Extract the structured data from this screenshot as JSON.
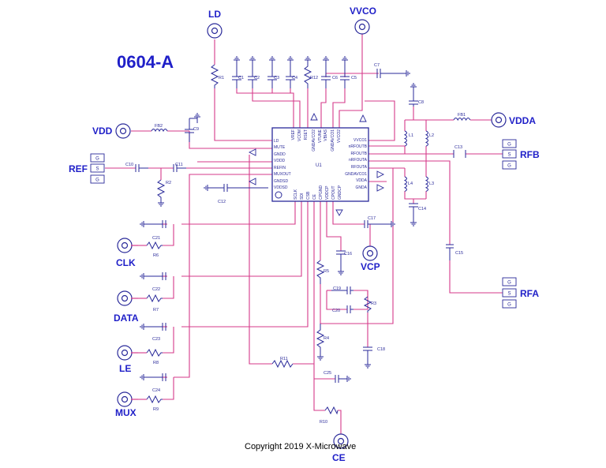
{
  "title": "0604-A",
  "copyright": "Copyright 2019 X-Microwave",
  "chip": {
    "ref": "U1"
  },
  "ports": {
    "ld": "LD",
    "vvco": "VVCO",
    "vdd": "VDD",
    "vdda": "VDDA",
    "ref": "REF",
    "rfb": "RFB",
    "rfa": "RFA",
    "vcp": "VCP",
    "clk": "CLK",
    "data": "DATA",
    "le": "LE",
    "mux": "MUX",
    "ce": "CE"
  },
  "pins_left": [
    "LD",
    "MUTE",
    "GNDD",
    "VDDD",
    "REFIN",
    "MUXOUT",
    "GNDSD",
    "VDDSD"
  ],
  "pins_top": [
    "VREF",
    "VCOM",
    "RSET",
    "GNDAVCO2",
    "VTUNE",
    "VBIAS",
    "GNDAVCO1",
    "VVCO2"
  ],
  "pins_right": [
    "VVCO1",
    "nRFOUTB",
    "RFOUTB",
    "nRFOUTA",
    "RFOUTA",
    "GNDAVCO1",
    "VDDA",
    "GNDA"
  ],
  "pins_bottom": [
    "SCLK",
    "SDI",
    "CSB",
    "CE",
    "CPGND",
    "VDDCP",
    "CPOUT",
    "GNDCP"
  ],
  "components": {
    "r1": "R1",
    "r2": "R2",
    "r3": "R3",
    "r4": "R4",
    "r5": "R5",
    "r6": "R6",
    "r7": "R7",
    "r8": "R8",
    "r9": "R9",
    "r10": "R10",
    "r11": "R11",
    "r12": "R12",
    "c1": "C1",
    "c2": "C2",
    "c3": "C3",
    "c4": "C4",
    "c5": "C5",
    "c6": "C6",
    "c7": "C7",
    "c8": "C8",
    "c9": "C9",
    "c10": "C10",
    "c11": "C11",
    "c12": "C12",
    "c13": "C13",
    "c14": "C14",
    "c15": "C15",
    "c16": "C16",
    "c17": "C17",
    "c18": "C18",
    "c19": "C19",
    "c20": "C20",
    "c21": "C21",
    "c22": "C22",
    "c23": "C23",
    "c24": "C24",
    "c25": "C25",
    "l1": "L1",
    "l2": "L2",
    "l3": "L3",
    "l4": "L4",
    "fb1": "FB1",
    "fb2": "FB2"
  },
  "gsg": {
    "g": "G",
    "s": "S"
  },
  "colors": {
    "wire": "#d63a8a",
    "comp": "#2a2a9a",
    "label": "#1f1fc8"
  }
}
